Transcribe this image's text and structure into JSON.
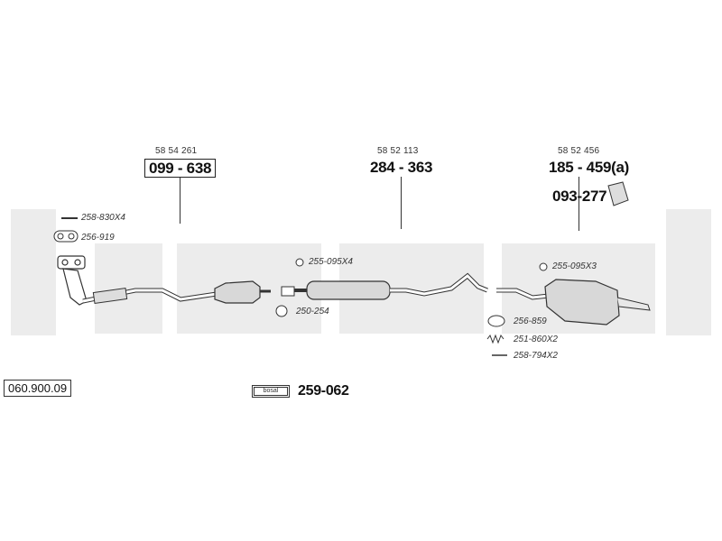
{
  "reference": "060.900.09",
  "badge_brand": "bosal",
  "badge_part": "259-062",
  "groups": {
    "front": {
      "oe": "58 54 261",
      "part": "099 - 638"
    },
    "middle": {
      "oe": "58 52 113",
      "part": "284 - 363"
    },
    "rear": {
      "oe": "58 52 456",
      "part": "185 - 459(a)",
      "sub_part": "093-277"
    }
  },
  "accessories": {
    "a1": "258-830X4",
    "a2": "256-919",
    "a3": "255-095X4",
    "a4": "250-254",
    "a5": "255-095X3",
    "a6": "256-859",
    "a7": "251-860X2",
    "a8": "258-794X2"
  }
}
